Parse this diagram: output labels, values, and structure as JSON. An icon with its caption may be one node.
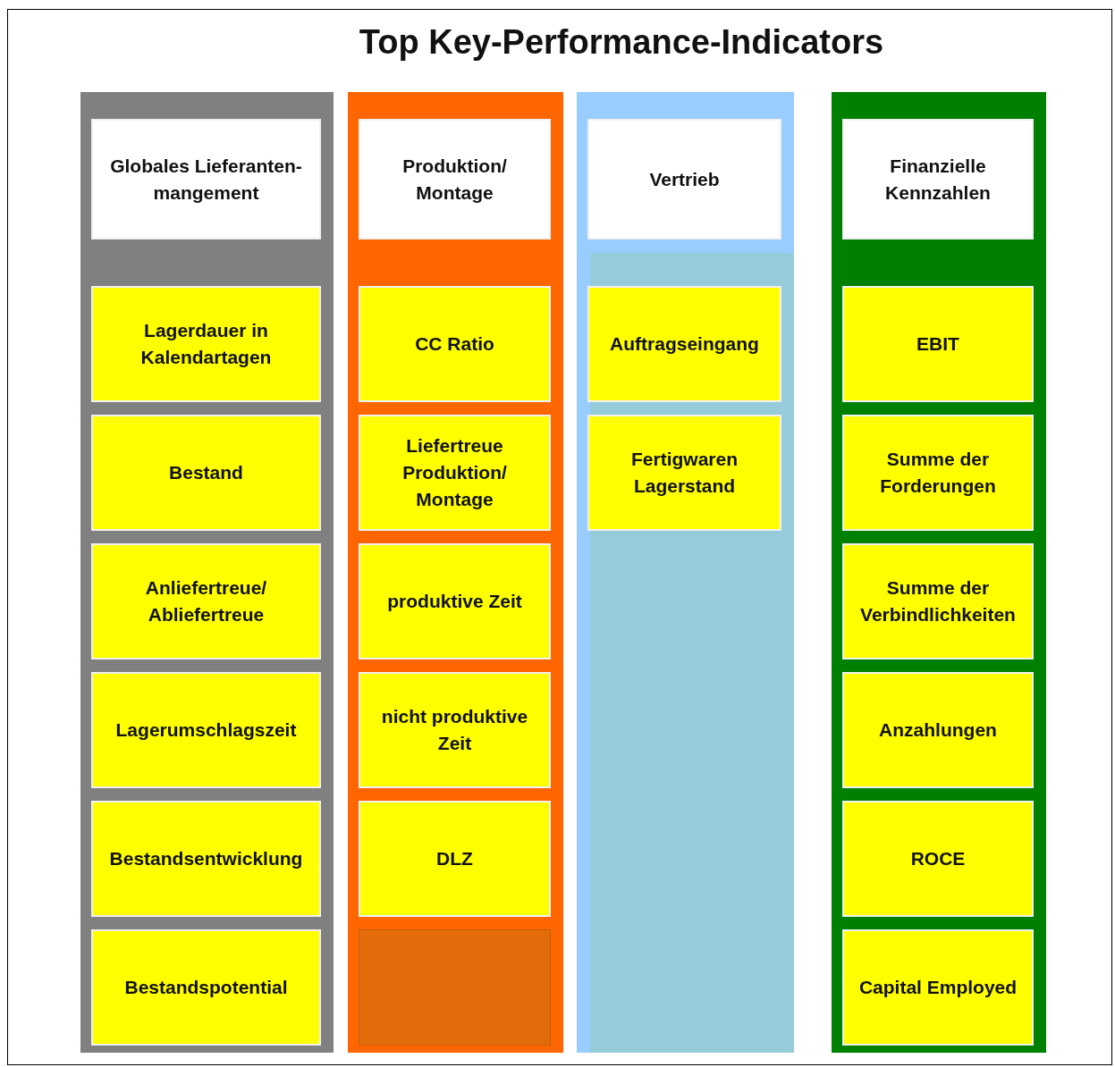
{
  "diagram": {
    "title": "Top Key-Performance-Indicators",
    "nodes": [
      {
        "text": [],
        "shape": "bar"
      },
      {
        "text": [
          "Globales Lieferanten-mangement"
        ],
        "in": 0
      },
      {
        "text": [
          "Lagerdauer in Kalendartagen"
        ],
        "in": 0
      },
      {
        "text": [
          "Bestand"
        ],
        "in": 0
      },
      {
        "text": [
          "Anliefertreue/ Abliefertreue"
        ],
        "in": 0
      },
      {
        "text": [
          "Lagerumschlagszeit"
        ],
        "in": 0
      },
      {
        "text": [
          "Bestandsentwicklung"
        ],
        "in": 0
      },
      {
        "text": [
          "Bestandspotential"
        ],
        "in": 0
      },
      {
        "text": [],
        "shape": "bar"
      },
      {
        "text": [
          "Produktion/ Montage"
        ],
        "in": 8
      },
      {
        "text": [
          "CC Ratio"
        ],
        "in": 8
      },
      {
        "text": [
          "Liefertreue Produktion/ Montage"
        ],
        "in": 8
      },
      {
        "text": [
          "produktive Zeit"
        ],
        "in": 8
      },
      {
        "text": [
          "nicht produktive Zeit"
        ],
        "in": 8
      },
      {
        "text": [
          "DLZ"
        ],
        "in": 8
      },
      {
        "text": [],
        "shape": "box",
        "in": 8
      },
      {
        "text": [],
        "shape": "bar"
      },
      {
        "text": [
          "Vertrieb"
        ],
        "in": 16
      },
      {
        "text": [
          "Auftragseingang"
        ],
        "in": 16
      },
      {
        "text": [
          "Fertigwaren Lagerstand"
        ],
        "in": 16
      },
      {
        "text": [],
        "shape": "bar"
      },
      {
        "text": [
          "Finanzielle Kennzahlen"
        ],
        "in": 20
      },
      {
        "text": [
          "EBIT"
        ],
        "in": 20
      },
      {
        "text": [
          "Summe der Forderungen"
        ],
        "in": 20
      },
      {
        "text": [
          "Summe der Verbindlichkeiten"
        ],
        "in": 20
      },
      {
        "text": [
          "Anzahlungen"
        ],
        "in": 20
      },
      {
        "text": [
          "ROCE"
        ],
        "in": 20
      },
      {
        "text": [
          "Capital Employed"
        ],
        "in": 20
      }
    ]
  }
}
